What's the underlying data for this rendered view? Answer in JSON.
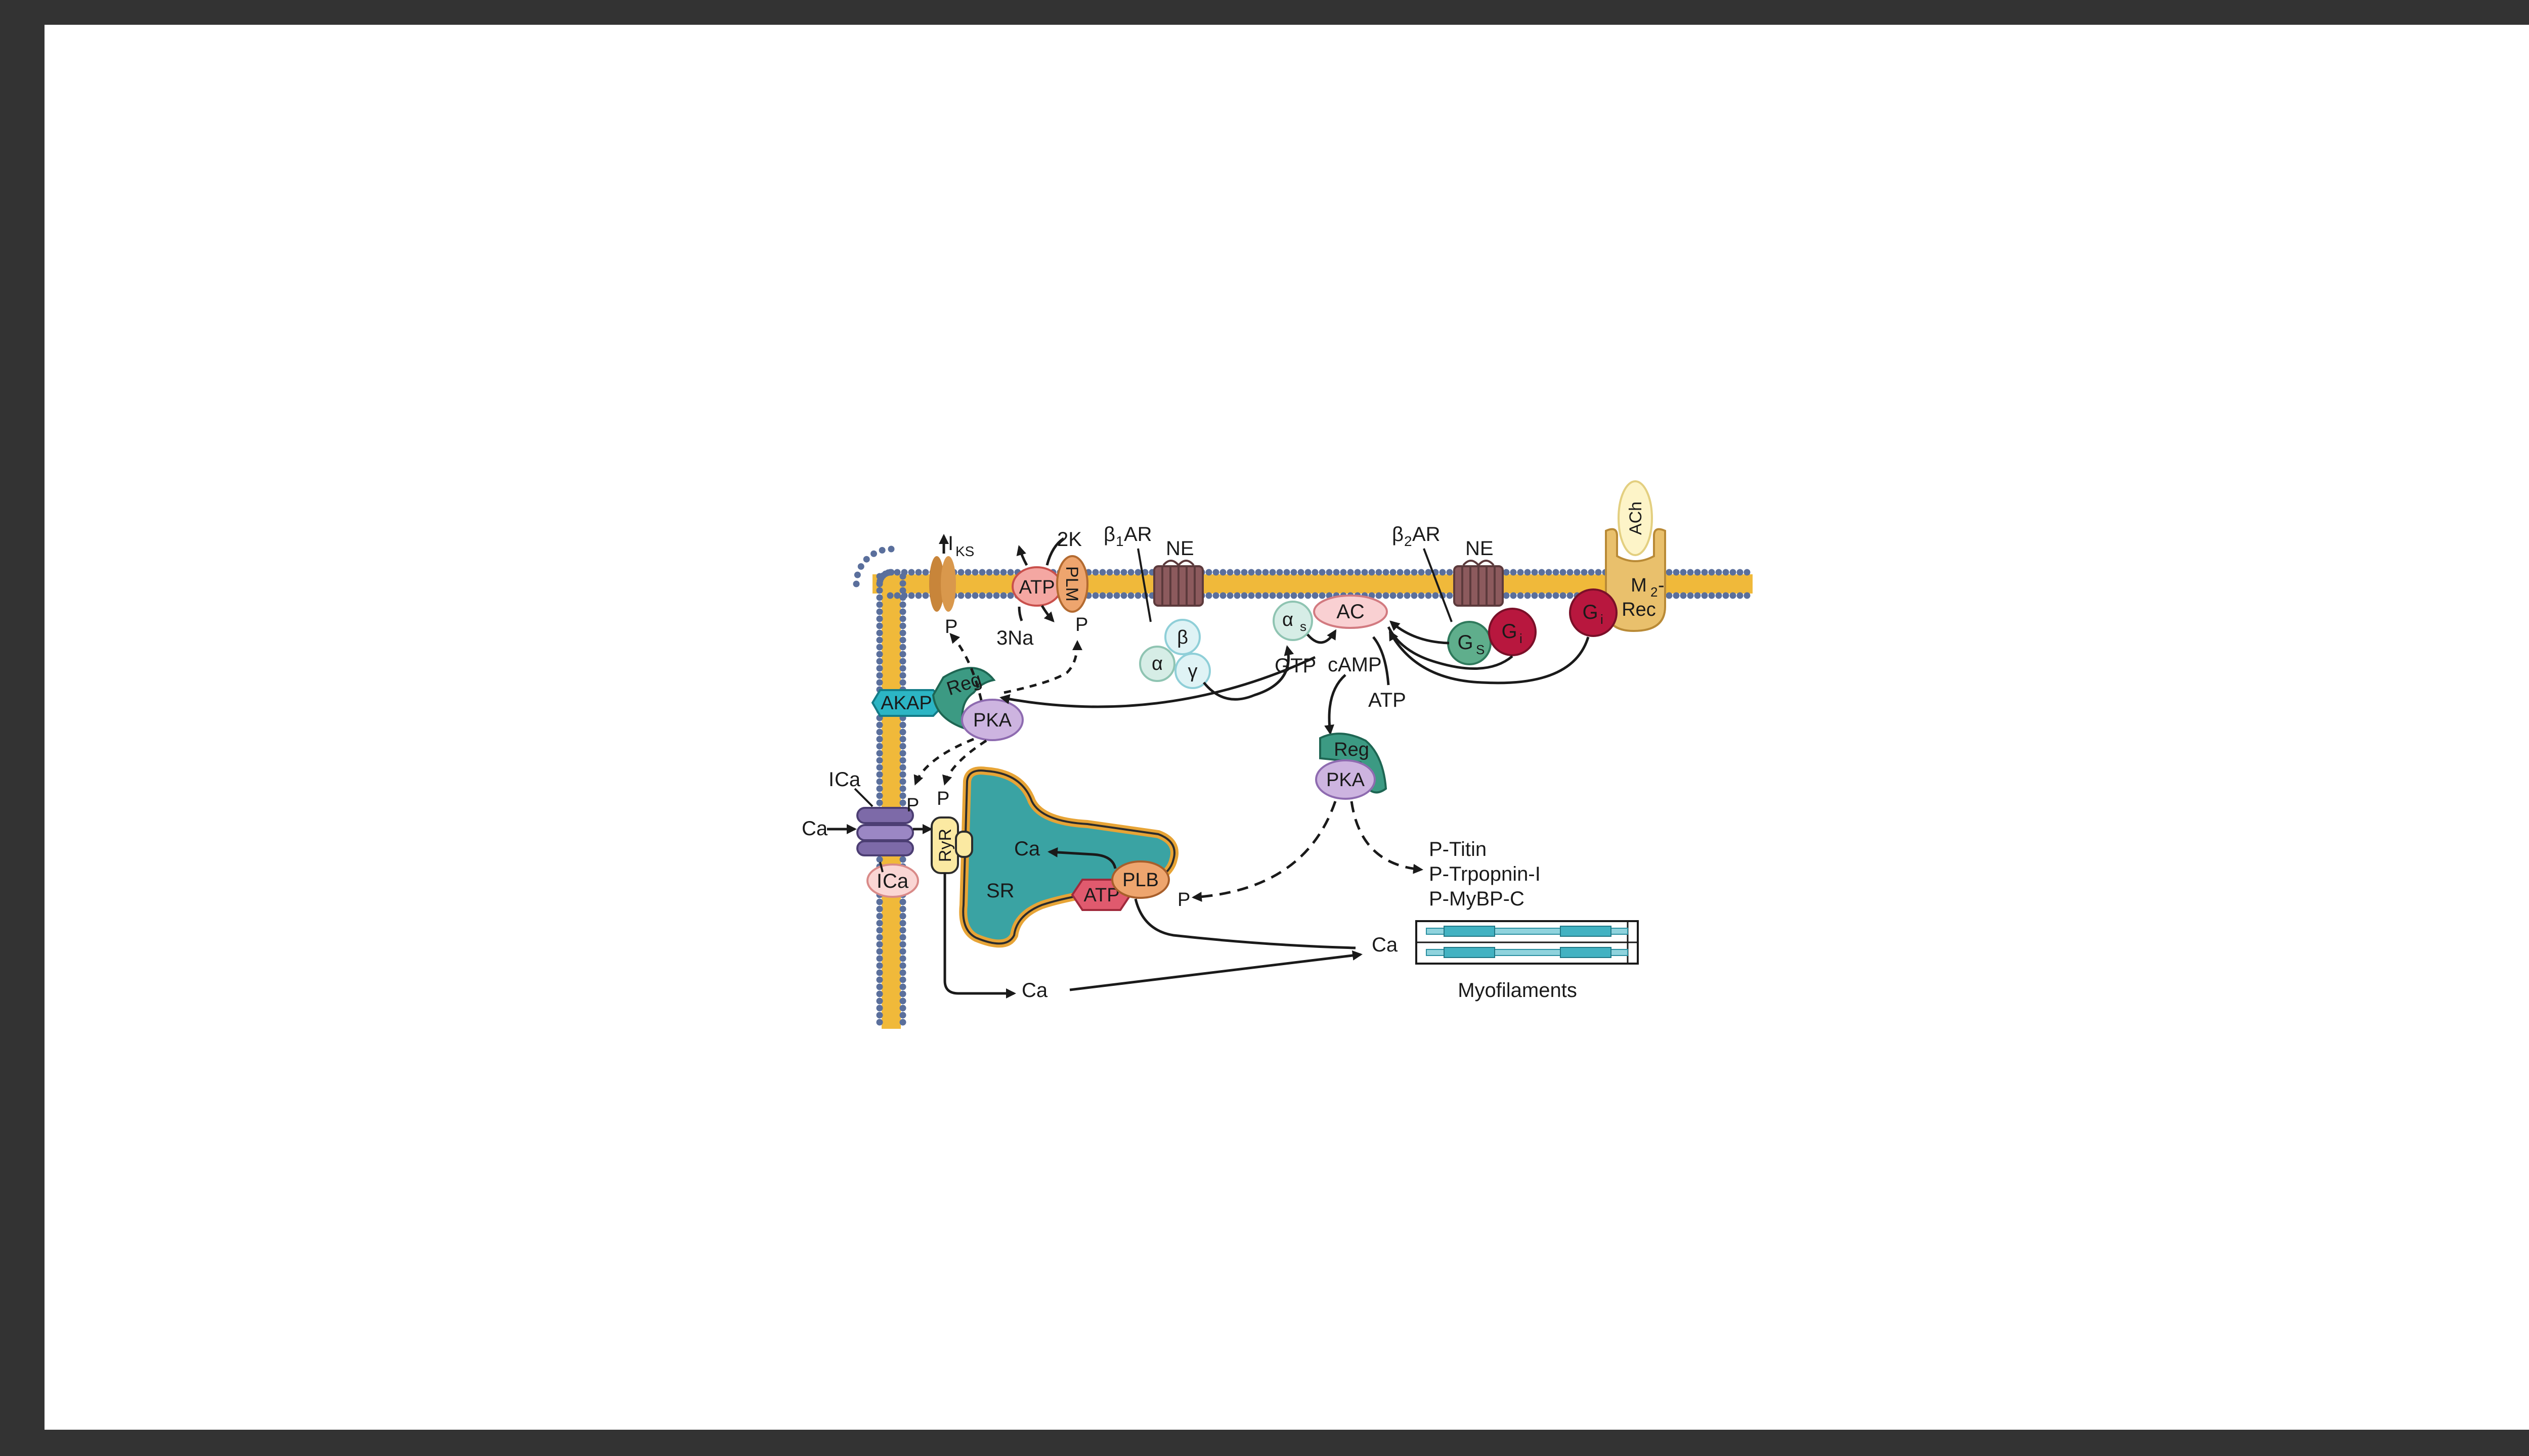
{
  "colors": {
    "background": "#333333",
    "slide": "#ffffff",
    "membrane_head": "#5a6f9c",
    "membrane_tail": "#f0b93a",
    "pka": "#cdb4e0",
    "reg": "#3c9a83",
    "sr": "#3aa3a3",
    "sr_outline": "#e7a436",
    "gi": "#b8173e",
    "receptor": "#8c5a5d",
    "m2": "#e9c06c",
    "ryr": "#fbe9a2",
    "plb": "#eea56e",
    "atp_pump": "#e05a6e",
    "akap": "#2cb5c4"
  },
  "labels": {
    "iks": "I",
    "iks_sub": "KS",
    "p_iks": "P",
    "two_k": "2K",
    "atp_pump": "ATP",
    "plm": "PLM",
    "three_na": "3Na",
    "p_plm": "P",
    "beta1": "β",
    "beta1_sub": "1",
    "beta1_ar": "AR",
    "ne1": "NE",
    "alpha_s": "α",
    "alpha_s_sub": "s",
    "ac": "AC",
    "gtp": "GTP",
    "camp": "cAMP",
    "atp_camp": "ATP",
    "beta2": "β",
    "beta2_sub": "2",
    "beta2_ar": "AR",
    "ne2": "NE",
    "gs": "G",
    "gs_sub": "S",
    "gi1": "G",
    "gi1_sub": "i",
    "gi2": "G",
    "gi2_sub": "i",
    "ach": "ACh",
    "m2_line1": "M",
    "m2_sub": "2",
    "m2_dash": "-",
    "m2_line2": "Rec",
    "beta": "β",
    "alpha": "α",
    "gamma": "γ",
    "akap": "AKAP",
    "reg1": "Reg",
    "pka1": "PKA",
    "reg2": "Reg",
    "pka2": "PKA",
    "ica_top": "I",
    "ica_top_sub": "Ca",
    "ca_in": "Ca",
    "p_ltcc": "P",
    "p_ryr": "P",
    "ica_bottom": "I",
    "ica_bottom_sub": "Ca",
    "ryr": "RyR",
    "sr_ca": "Ca",
    "sr": "SR",
    "atp_serca": "ATP",
    "plb": "PLB",
    "p_plb": "P",
    "p_titin": "P-Titin",
    "p_troponin": "P-Trpopnin-I",
    "p_mybpc": "P-MyBP-C",
    "ca_myo": "Ca",
    "ca_bottom": "Ca",
    "myofilaments": "Myofilaments"
  }
}
